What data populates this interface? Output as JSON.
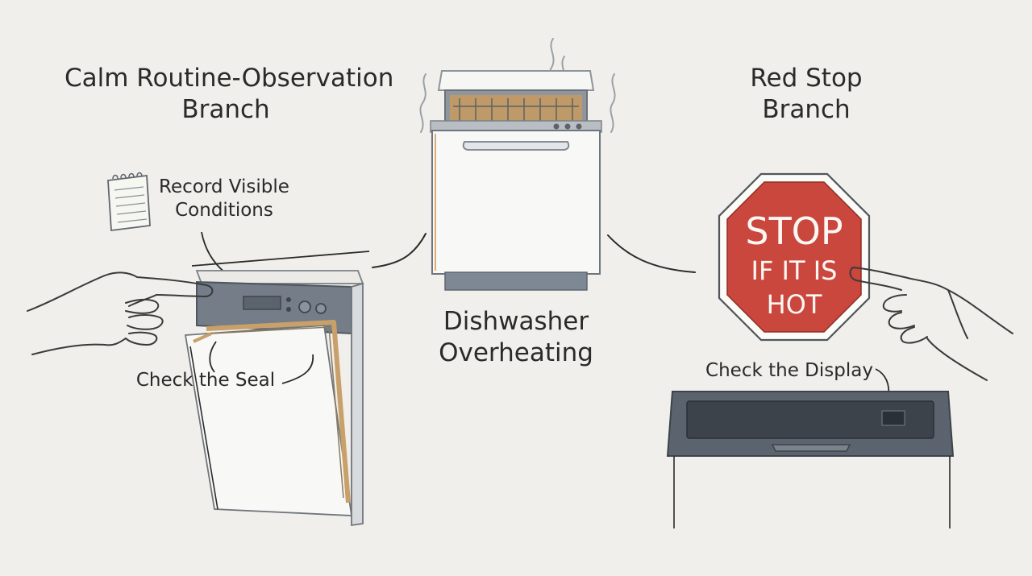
{
  "center": {
    "title_line1": "Dishwasher",
    "title_line2": "Overheating"
  },
  "left_branch": {
    "title_line1": "Calm Routine-Observation",
    "title_line2": "Branch",
    "note_line1": "Record Visible",
    "note_line2": "Conditions",
    "seal_label": "Check the Seal"
  },
  "right_branch": {
    "title_line1": "Red Stop",
    "title_line2": "Branch",
    "sign_line1": "STOP",
    "sign_line2": "IF IT IS",
    "sign_line3": "HOT",
    "display_label": "Check the Display"
  },
  "colors": {
    "background": "#f0efeb",
    "stop_red": "#c9473d",
    "appliance_grey": "#6b7480",
    "seal_tan": "#c9a06a"
  },
  "icons": [
    "notepad-icon",
    "steam-icon",
    "pointing-hand-icon",
    "stop-sign-icon"
  ]
}
